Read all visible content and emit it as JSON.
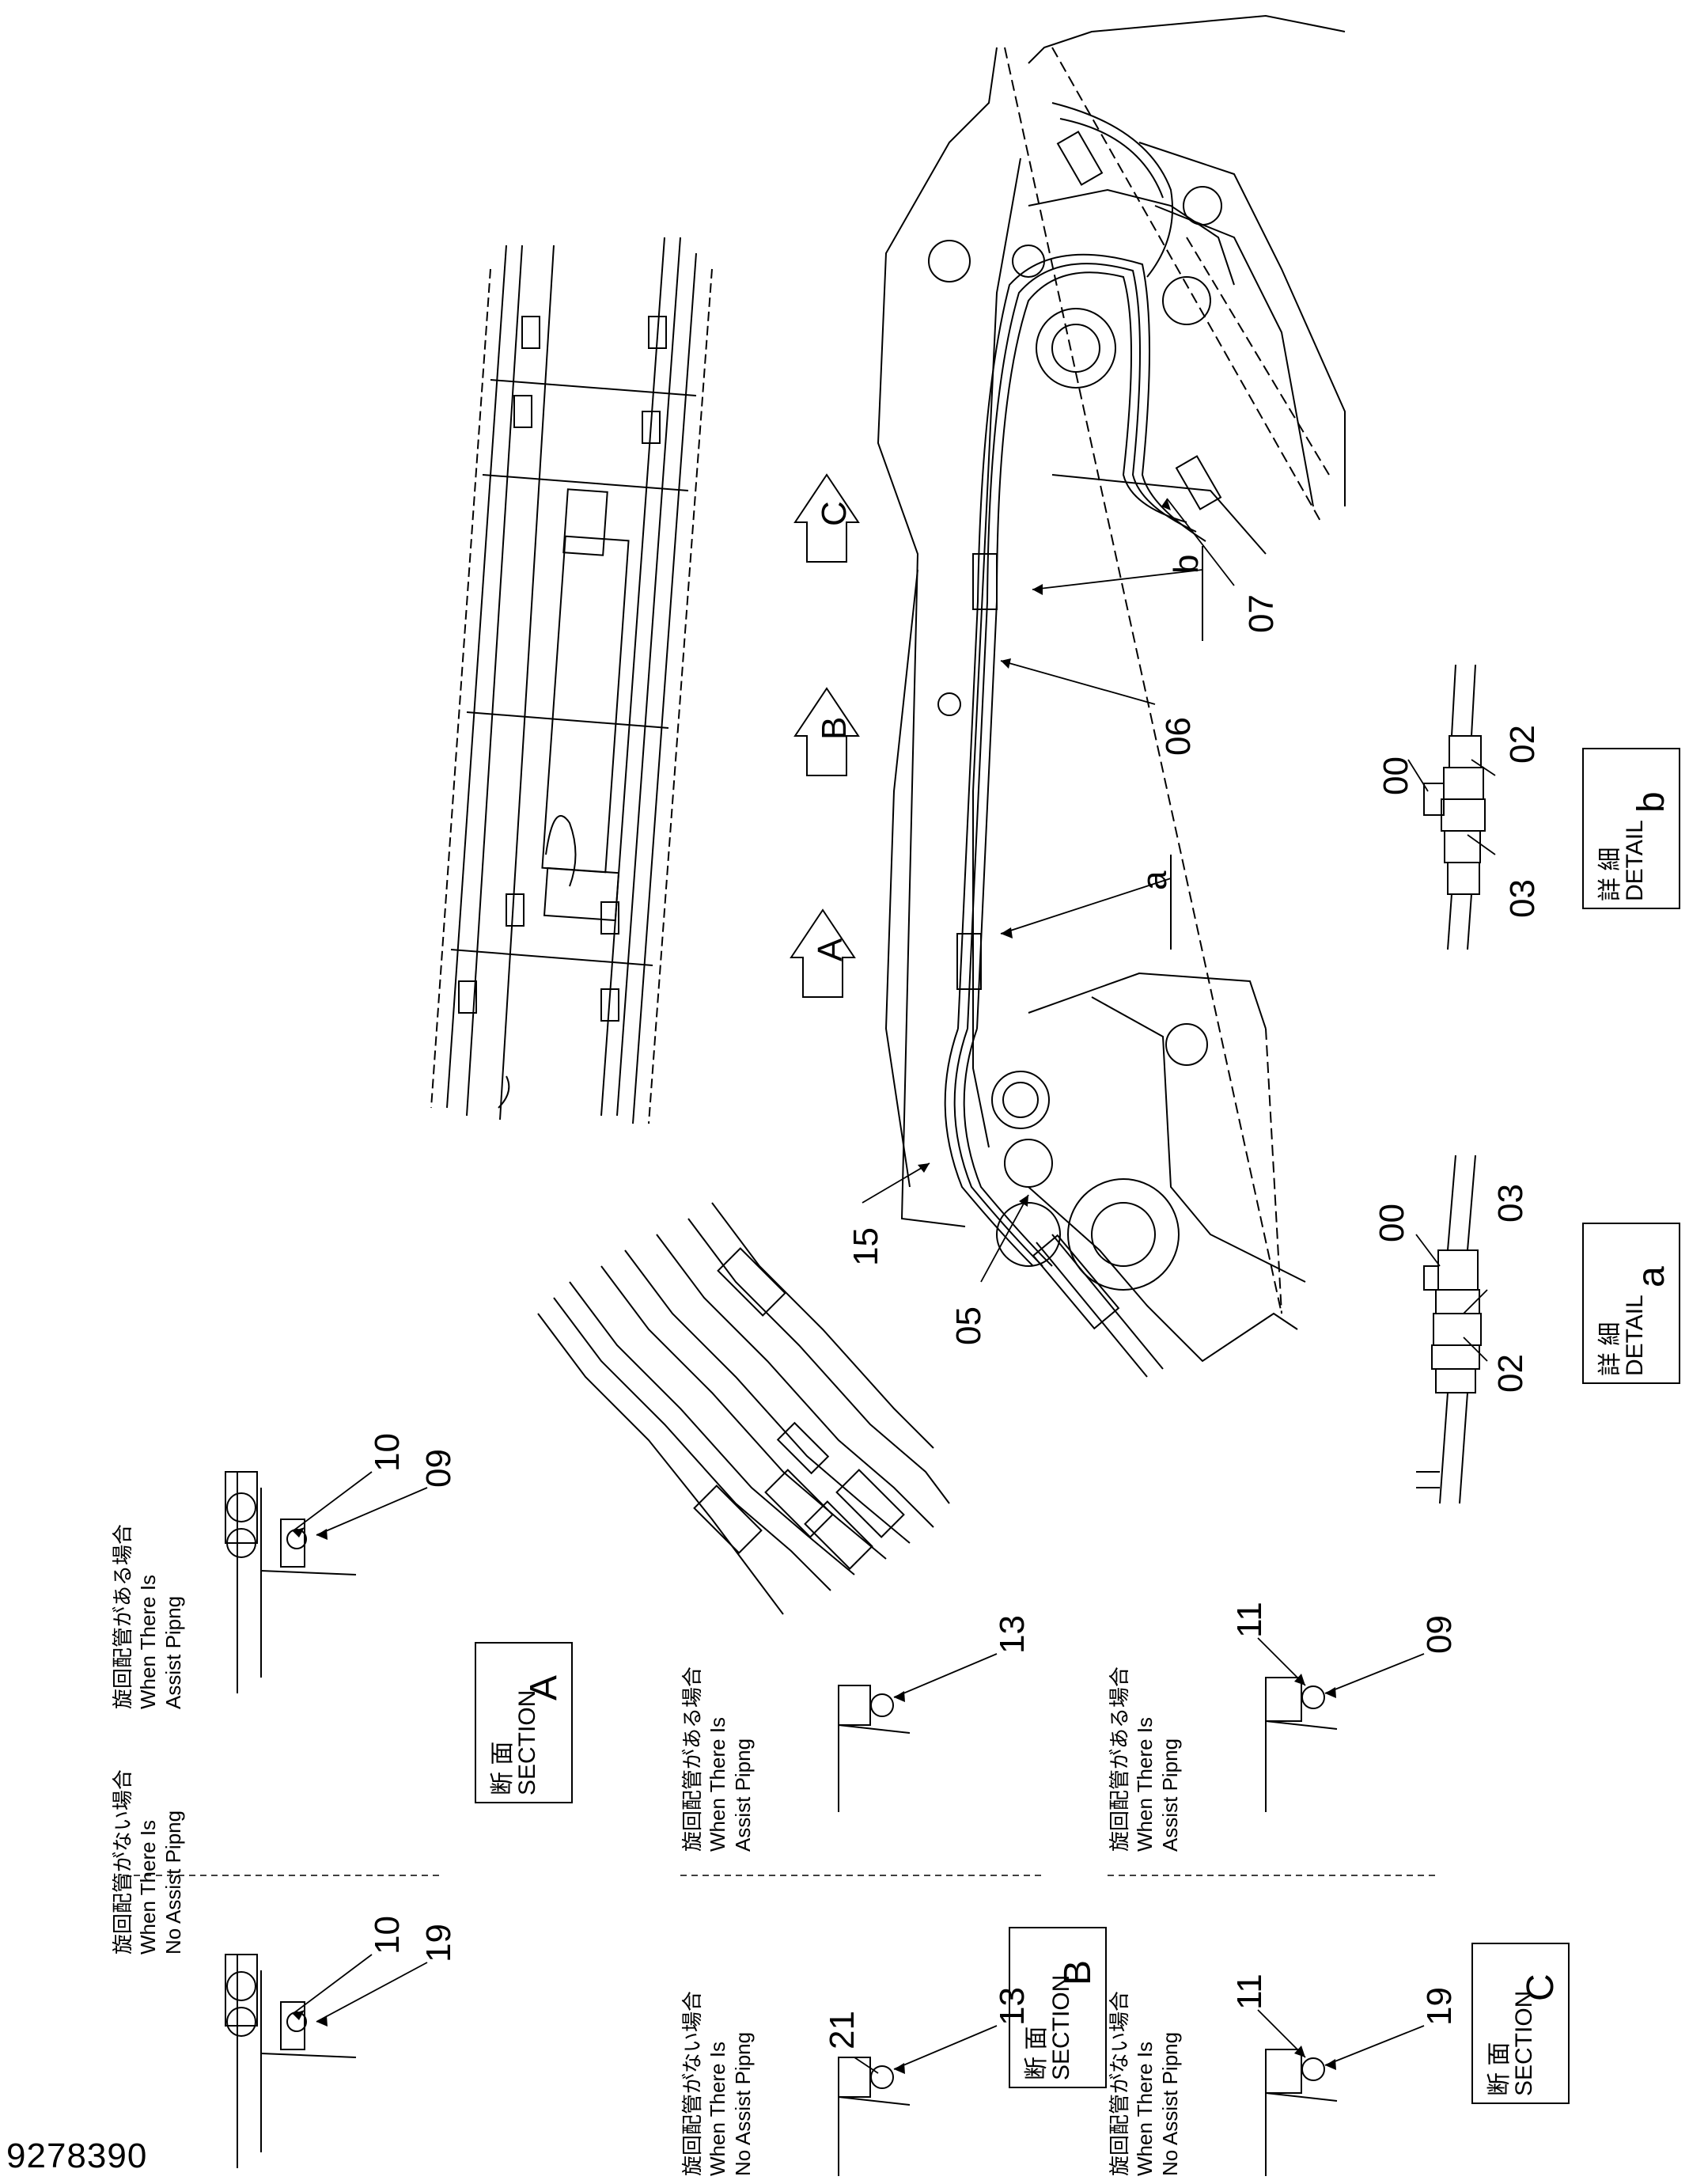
{
  "document_number": "9278390",
  "part_labels": {
    "p00a": "00",
    "p02a": "02",
    "p03a": "03",
    "p00b": "00",
    "p02b": "02",
    "p03b": "03",
    "p05": "05",
    "p06": "06",
    "p07": "07",
    "p15": "15",
    "p10a": "10",
    "p09a": "09",
    "p10b": "10",
    "p19a": "19",
    "p13a": "13",
    "p13b": "13",
    "p21": "21",
    "p11a": "11",
    "p09b": "09",
    "p11b": "11",
    "p19b": "19"
  },
  "detail_letters": {
    "a_on_boom": "a",
    "b_on_boom": "b"
  },
  "view_arrows": {
    "A": "A",
    "B": "B",
    "C": "C"
  },
  "detail_a": {
    "ja": "詳 細",
    "en": "DETAIL",
    "letter": "a"
  },
  "detail_b": {
    "ja": "詳 細",
    "en": "DETAIL",
    "letter": "b"
  },
  "section_A": {
    "ja": "断 面",
    "en": "SECTION",
    "letter": "A"
  },
  "section_B": {
    "ja": "断 面",
    "en": "SECTION",
    "letter": "B"
  },
  "section_C": {
    "ja": "断 面",
    "en": "SECTION",
    "letter": "C"
  },
  "conditions": {
    "with_ja": "旋回配管がある場合",
    "with_en1": "When There Is",
    "with_en2": "Assist Pipng",
    "without_ja": "旋回配管がない場合",
    "without_en1": "When There Is",
    "without_en2": "No Assist Pipng"
  }
}
